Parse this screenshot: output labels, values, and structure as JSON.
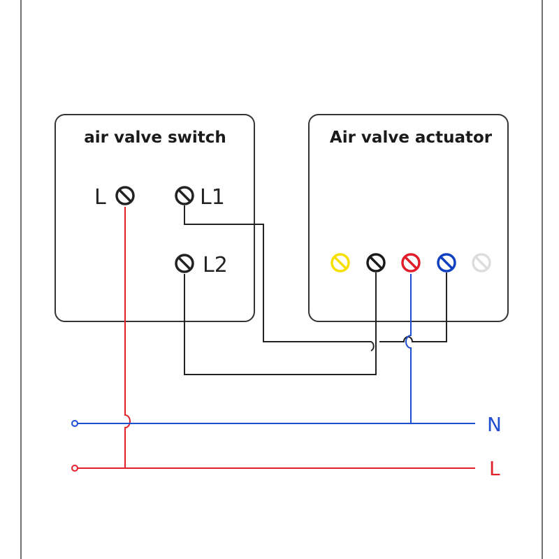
{
  "switch_box": {
    "title": "air valve switch",
    "terminals": {
      "l": "L",
      "l1": "L1",
      "l2": "L2"
    }
  },
  "actuator_box": {
    "title": "Air valve actuator",
    "terminal_colors": [
      "#f5e000",
      "#1a1a1a",
      "#e01e2a",
      "#1040c0",
      "#dddddd"
    ]
  },
  "supply": {
    "neutral": {
      "label": "N",
      "color": "#1f4fd0"
    },
    "live": {
      "label": "L",
      "color": "#e0202a"
    }
  }
}
